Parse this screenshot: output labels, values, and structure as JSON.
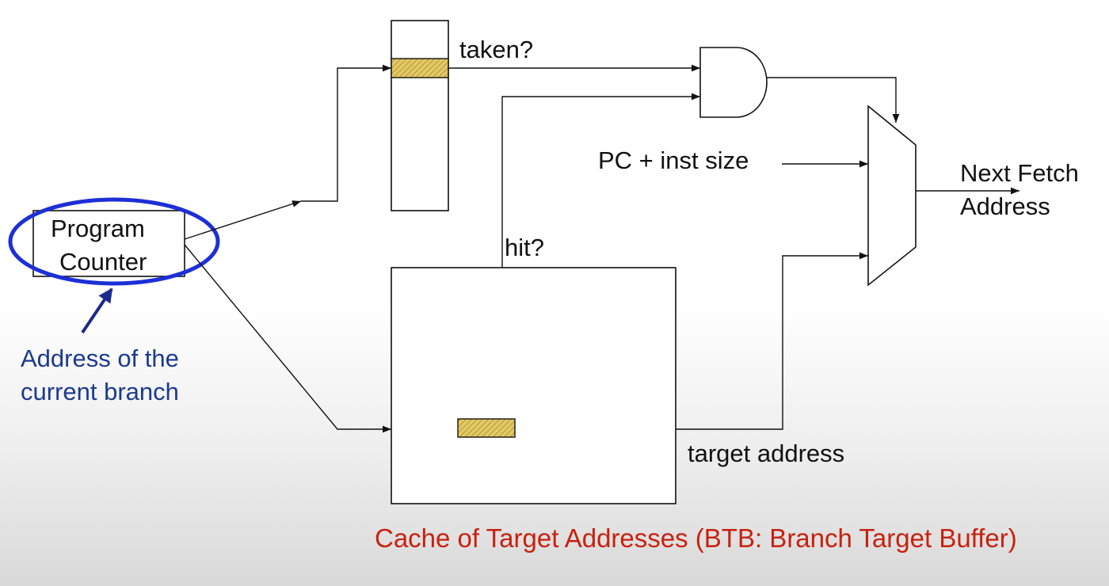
{
  "labels": {
    "program_counter_line1": "Program",
    "program_counter_line2": "Counter",
    "taken": "taken?",
    "hit": "hit?",
    "pc_inst_size": "PC + inst size",
    "next_fetch_line1": "Next Fetch",
    "next_fetch_line2": "Address",
    "target_address": "target address",
    "annotation_line1": "Address of the",
    "annotation_line2": "current branch",
    "caption": "Cache of Target Addresses (BTB: Branch Target Buffer)"
  },
  "colors": {
    "line": "#111111",
    "highlight_ellipse": "#1d2fd6",
    "annotation_text": "#1b3a8f",
    "annotation_arrow": "#1b2a8a",
    "caption_text": "#c8210f",
    "entry_fill": "#e3c866"
  }
}
